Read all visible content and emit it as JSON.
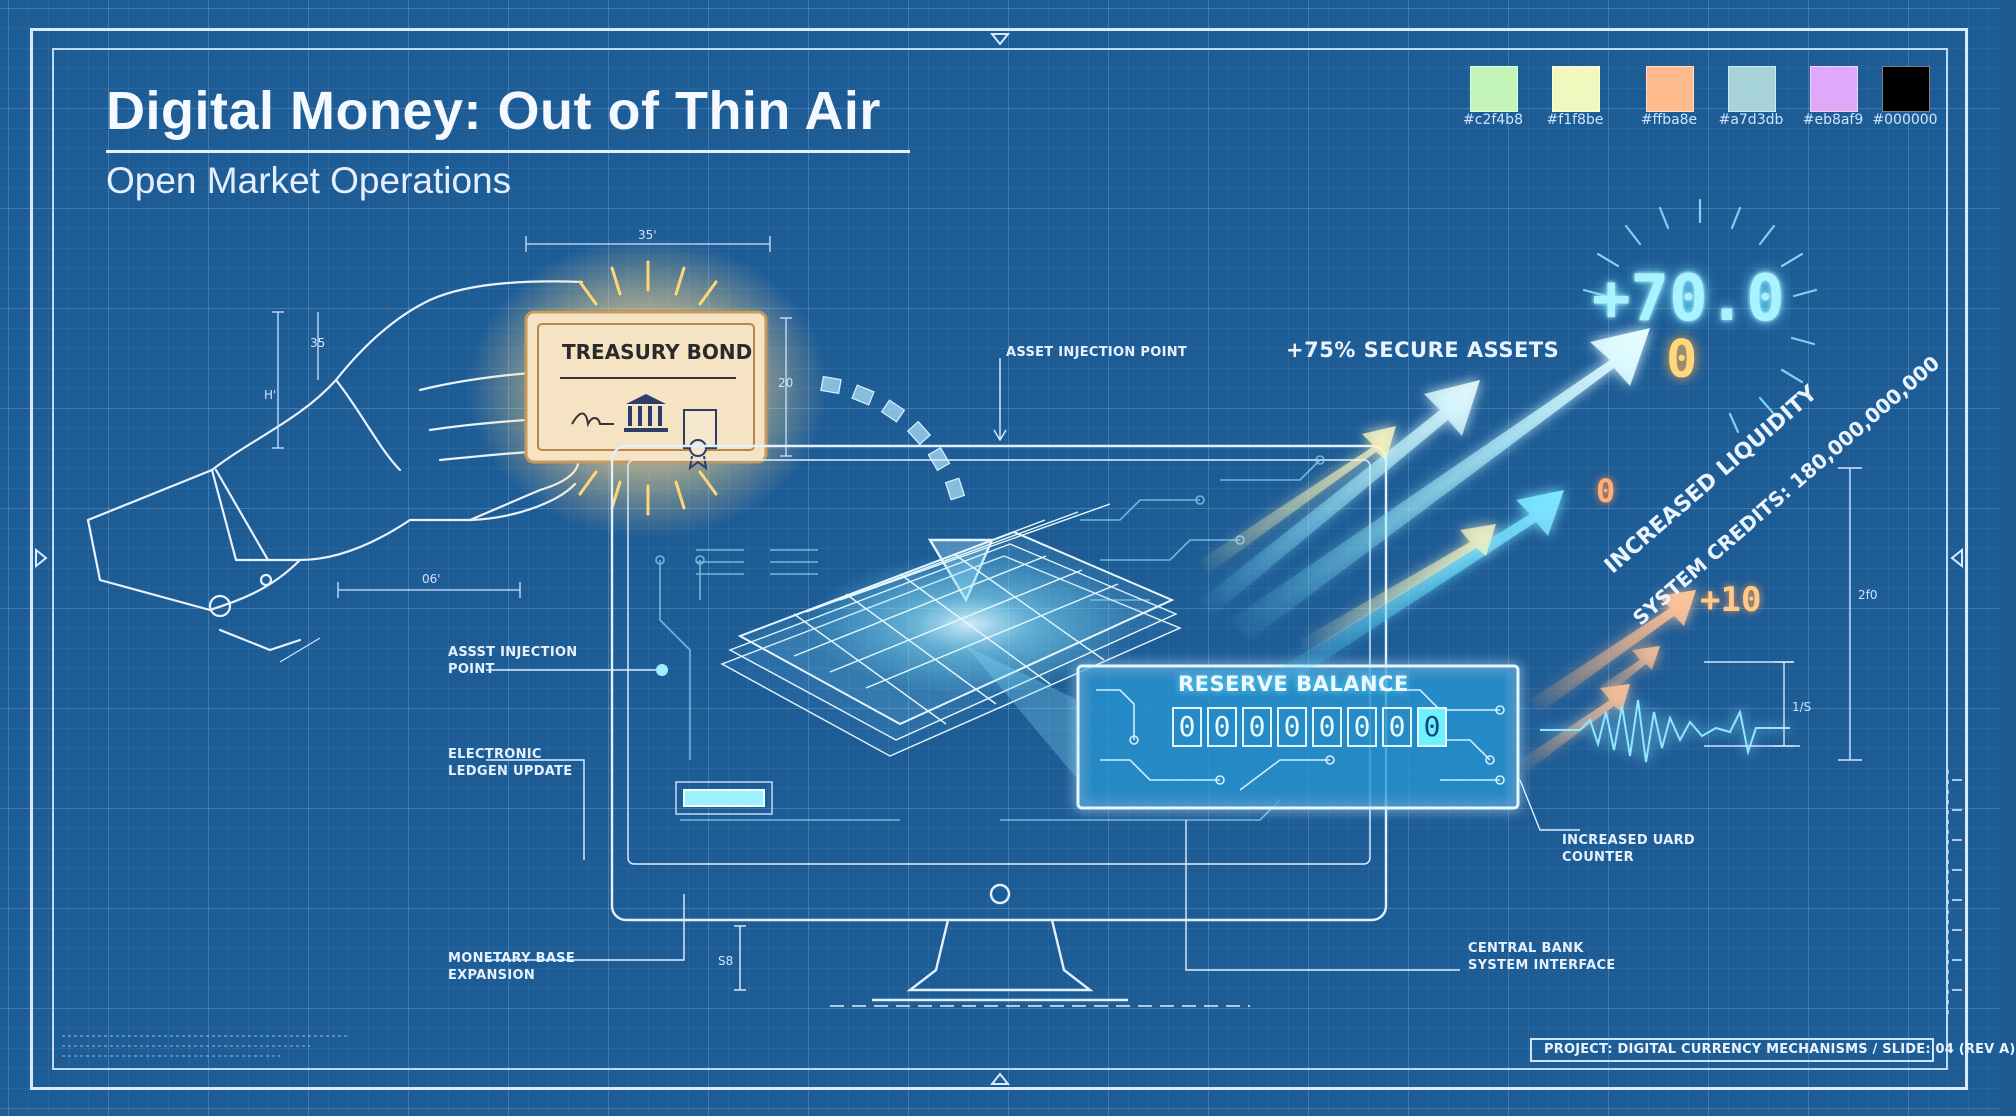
{
  "header": {
    "title": "Digital Money: Out of Thin Air",
    "subtitle": "Open Market Operations"
  },
  "palette": [
    {
      "hex": "#c2f4b8",
      "label": "#c2f4b8"
    },
    {
      "hex": "#f1f8be",
      "label": "#f1f8be"
    },
    {
      "hex": "#ffba8e",
      "label": "#ffba8e"
    },
    {
      "hex": "#a7d3db",
      "label": "#a7d3db"
    },
    {
      "hex": "#e0a8f9",
      "label": "#eb8af9"
    },
    {
      "hex": "#000000",
      "label": "#000000"
    }
  ],
  "bond": {
    "title": "TREASURY BOND",
    "dim_top": "35'",
    "dim_right": "20",
    "dim_bottom": "06'",
    "dim_left_a": "35",
    "dim_left_b": "H'"
  },
  "labels": {
    "asset_injection_top": "ASSET INJECTION POINT",
    "asset_injection_left_1": "ASSST INJECTION",
    "asset_injection_left_2": "POINT",
    "ledger_1": "ELECTRONIC",
    "ledger_2": "LEDGEN UPDATE",
    "monetary_1": "MONETARY BASE",
    "monetary_2": "EXPANSION",
    "central_1": "CENTRAL BANK",
    "central_2": "SYSTEM INTERFACE",
    "counter_1": "INCREASED UARD",
    "counter_2": "COUNTER",
    "secure_assets": "+75% SECURE ASSETS",
    "liquidity": "INCREASED LIQUIDITY",
    "system_credits": "SYSTEM CREDITS: 180,000,000,000",
    "dim_s8": "S8",
    "dim_right_tall": "2f0",
    "dim_right_short": "1/S"
  },
  "reserve": {
    "title": "RESERVE BALANCE",
    "digits": [
      "0",
      "0",
      "0",
      "0",
      "0",
      "0",
      "0",
      "0"
    ]
  },
  "readouts": {
    "main": "+70.0",
    "sub": "0",
    "orange": "0",
    "plus": "+10"
  },
  "footer": {
    "project": "PROJECT: DIGITAL CURRENCY MECHANISMS / SLIDE: 04 (REV A)"
  },
  "colors": {
    "background": "#1e5c96",
    "line": "#d9ecff",
    "cyan_glow": "#6ee7ff",
    "bond_glow": "#ffe3a0",
    "orange_arrow": "#ffb07a"
  }
}
